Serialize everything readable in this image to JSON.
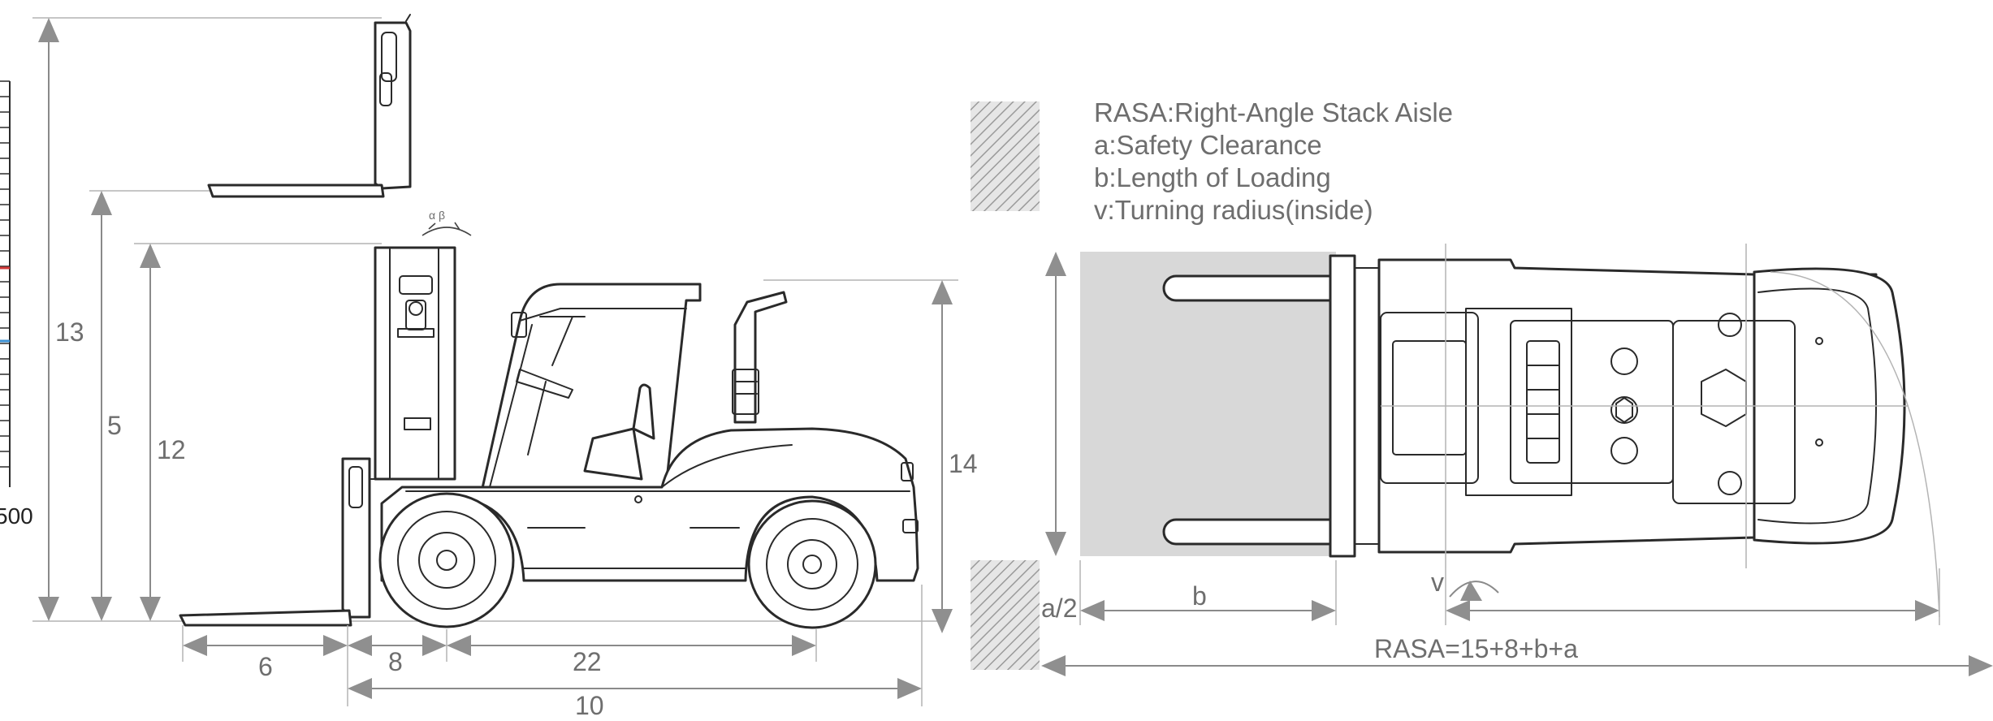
{
  "legend": {
    "items": [
      "RASA:Right-Angle Stack Aisle",
      "a:Safety Clearance",
      "b:Length of Loading",
      "v:Turning radius(inside)"
    ]
  },
  "dimensions": {
    "d13": "13",
    "d5": "5",
    "d12": "12",
    "d14": "14",
    "d6": "6",
    "d8": "8",
    "d22": "22",
    "d10": "10",
    "a_half": "a/2",
    "b": "b",
    "v": "v",
    "rasa": "RASA=15+8+b+a"
  },
  "edge_label": "500",
  "colors": {
    "line": "#2a2a2a",
    "dimension": "#8a8a8a",
    "load_area": "#d8d8d8",
    "hatch": "#9a9a9a",
    "edge_red": "#d23a3a",
    "edge_blue": "#3a8fd2"
  }
}
